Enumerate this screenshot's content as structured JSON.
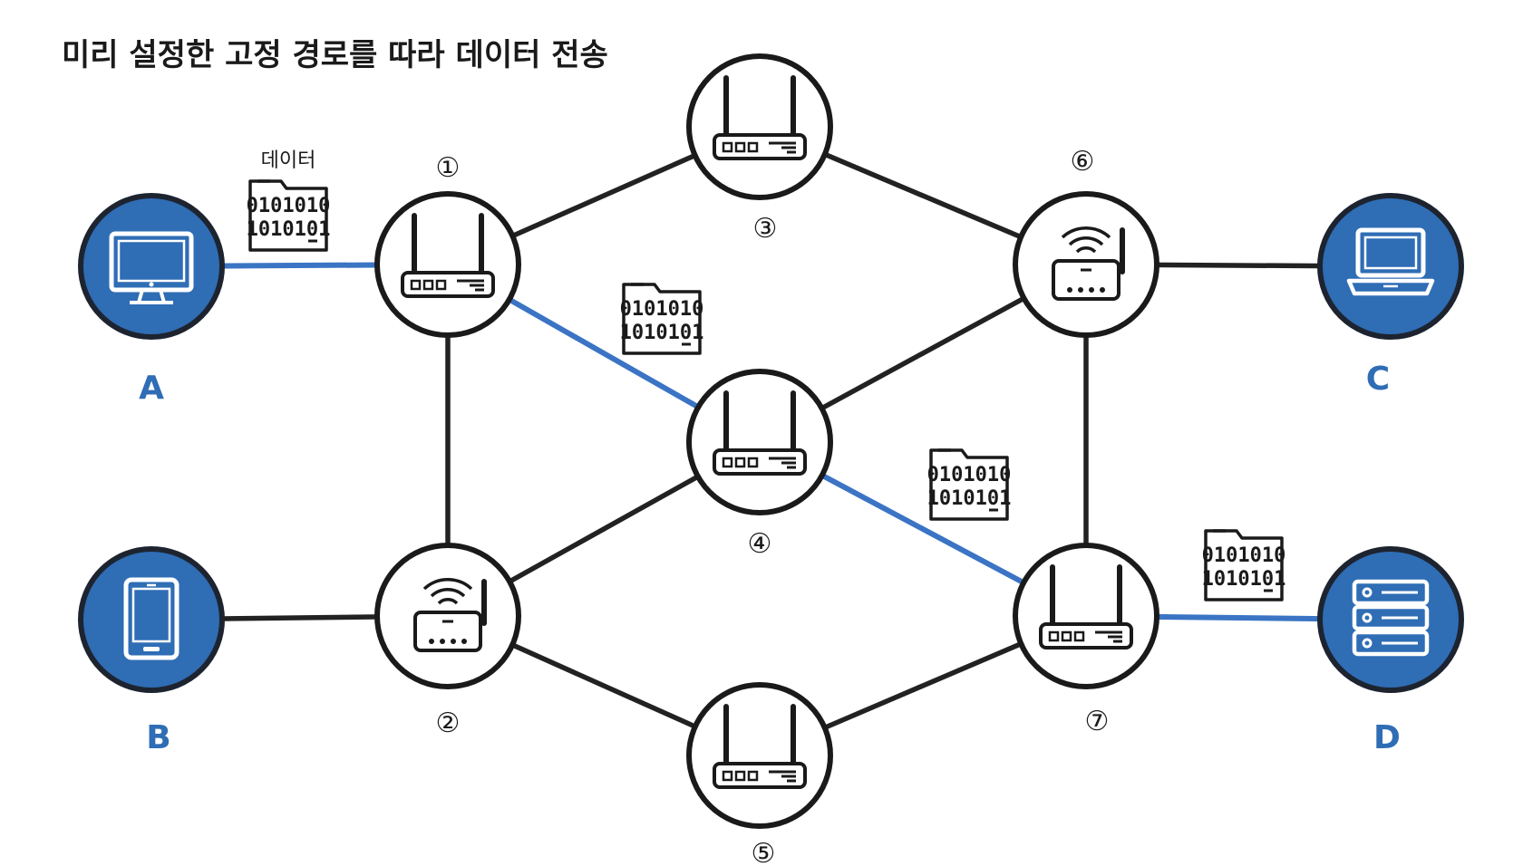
{
  "title": "미리 설정한 고정 경로를 따라 데이터 전송",
  "colors": {
    "path": "#3b74c4",
    "link": "#222222",
    "device_fill": "#2f6db5",
    "device_ring": "#1d2430"
  },
  "packet": {
    "caption": "데이터",
    "line1": "0101010",
    "line2": "1010101"
  },
  "devices": [
    {
      "id": "A",
      "label": "A",
      "icon": "desktop-icon"
    },
    {
      "id": "B",
      "label": "B",
      "icon": "tablet-icon"
    },
    {
      "id": "C",
      "label": "C",
      "icon": "laptop-icon"
    },
    {
      "id": "D",
      "label": "D",
      "icon": "server-icon"
    }
  ],
  "nodes": [
    {
      "id": "1",
      "label": "①",
      "icon": "router-icon"
    },
    {
      "id": "2",
      "label": "②",
      "icon": "wifi-router-icon"
    },
    {
      "id": "3",
      "label": "③",
      "icon": "router-icon"
    },
    {
      "id": "4",
      "label": "④",
      "icon": "router-icon"
    },
    {
      "id": "5",
      "label": "⑤",
      "icon": "router-icon"
    },
    {
      "id": "6",
      "label": "⑥",
      "icon": "wifi-router-icon"
    },
    {
      "id": "7",
      "label": "⑦",
      "icon": "router-icon"
    }
  ],
  "links": [
    {
      "from": "A",
      "to": "1",
      "highlighted": true
    },
    {
      "from": "B",
      "to": "2",
      "highlighted": false
    },
    {
      "from": "1",
      "to": "2",
      "highlighted": false
    },
    {
      "from": "1",
      "to": "3",
      "highlighted": false
    },
    {
      "from": "1",
      "to": "4",
      "highlighted": true
    },
    {
      "from": "2",
      "to": "4",
      "highlighted": false
    },
    {
      "from": "2",
      "to": "5",
      "highlighted": false
    },
    {
      "from": "3",
      "to": "6",
      "highlighted": false
    },
    {
      "from": "4",
      "to": "6",
      "highlighted": false
    },
    {
      "from": "4",
      "to": "7",
      "highlighted": true
    },
    {
      "from": "5",
      "to": "7",
      "highlighted": false
    },
    {
      "from": "6",
      "to": "7",
      "highlighted": false
    },
    {
      "from": "6",
      "to": "C",
      "highlighted": false
    },
    {
      "from": "7",
      "to": "D",
      "highlighted": true
    }
  ]
}
